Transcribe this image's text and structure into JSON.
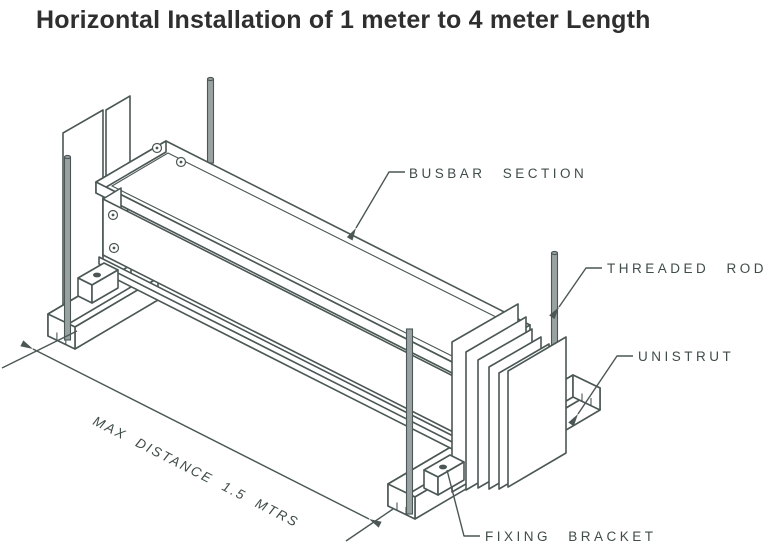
{
  "title": "Horizontal Installation of 1 meter to 4 meter Length",
  "diagram": {
    "labels": {
      "busbar_section": "BUSBAR SECTION",
      "threaded_rod": "THREADED ROD",
      "unistrut": "UNISTRUT",
      "fixing_bracket": "FIXING BRACKET"
    },
    "dimension": {
      "text": "MAX DISTANCE 1.5 MTRS"
    },
    "colors": {
      "line": "#4b5755",
      "label_text": "#3f4c4a",
      "title_text": "#2f2f2f",
      "rod_fill": "#9aa1a3",
      "background": "#ffffff"
    }
  }
}
